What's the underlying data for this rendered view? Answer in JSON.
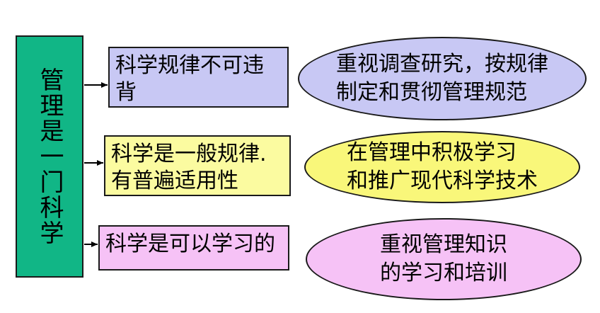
{
  "main": {
    "label": "管理是一门科学"
  },
  "rows": [
    {
      "rect_lines": [
        "科学规律不可违",
        "背"
      ],
      "ellipse_lines": [
        "重视调查研究，按规律",
        "制定和贯彻管理规范"
      ]
    },
    {
      "rect_lines": [
        "科学是一般规律.",
        "有普遍适用性"
      ],
      "ellipse_lines": [
        "在管理中积极学习",
        "和推广现代科学技术"
      ]
    },
    {
      "rect_lines": [
        "科学是可以学习的"
      ],
      "ellipse_lines": [
        "重视管理知识",
        "的学习和培训"
      ]
    }
  ],
  "colors": {
    "main": "#11b686",
    "row1": "#c8c8f4",
    "row2_rect": "#fbfba0",
    "row2_ellipse": "#f9f77a",
    "row3": "#f6c2f6"
  }
}
